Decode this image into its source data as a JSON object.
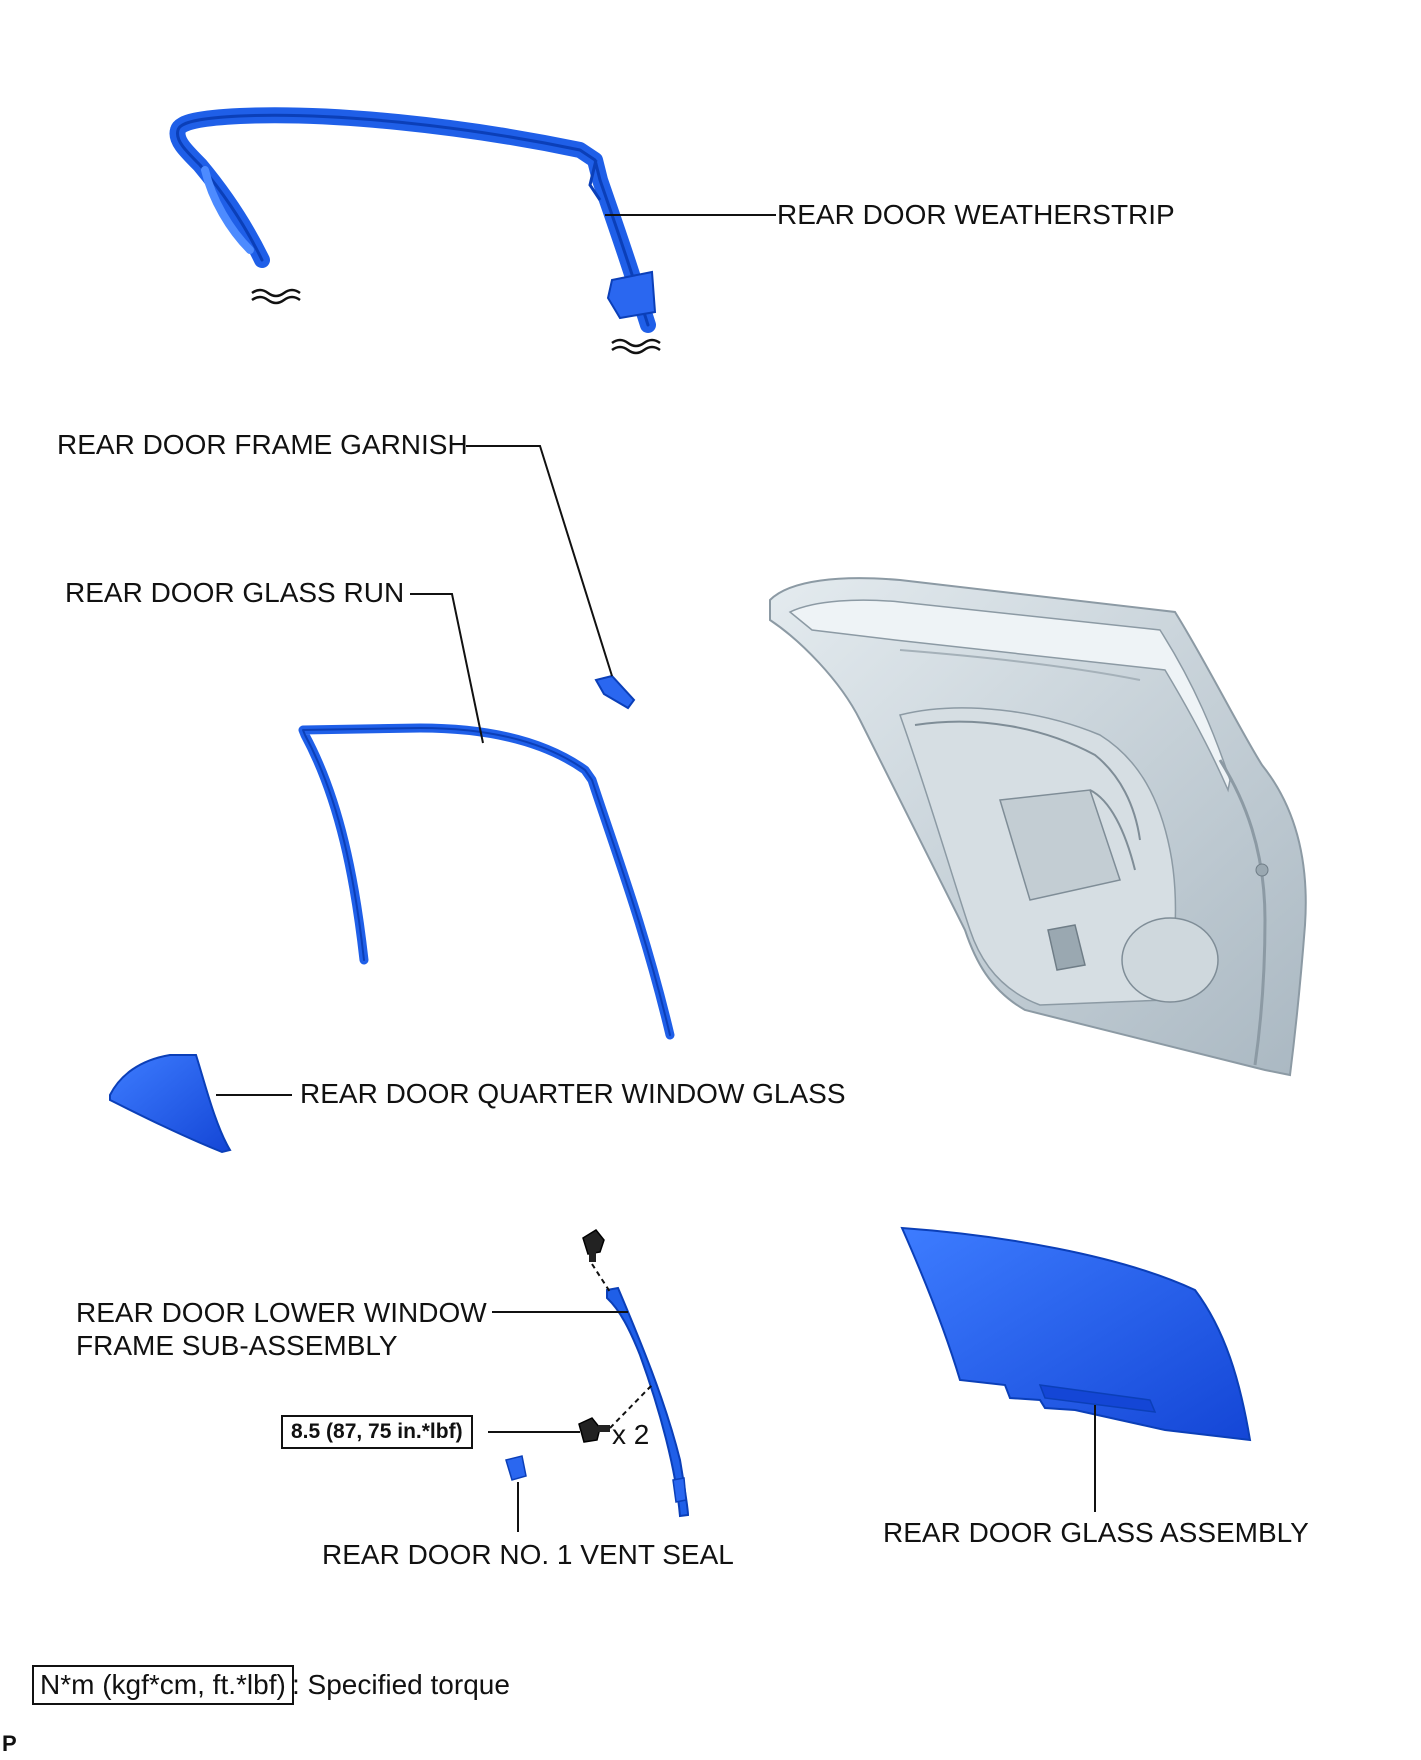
{
  "parts": {
    "weatherstrip": "REAR DOOR WEATHERSTRIP",
    "frame_garnish": "REAR DOOR FRAME GARNISH",
    "glass_run": "REAR DOOR GLASS RUN",
    "quarter_window_glass": "REAR DOOR QUARTER WINDOW GLASS",
    "lower_window_frame_line1": "REAR DOOR LOWER WINDOW",
    "lower_window_frame_line2": "FRAME SUB-ASSEMBLY",
    "vent_seal": "REAR DOOR NO. 1 VENT SEAL",
    "glass_assembly": "REAR DOOR GLASS ASSEMBLY"
  },
  "torque": {
    "value": "8.5 (87, 75 in.*lbf)",
    "qty": "x 2"
  },
  "legend": {
    "unit": "N*m (kgf*cm, ft.*lbf)",
    "description": ": Specified torque"
  },
  "corner_mark": "P",
  "colors": {
    "part_blue": "#1f5fe8",
    "part_blue_dark": "#0b3fb8",
    "door_gray": "#c9d3da",
    "line": "#111111"
  }
}
